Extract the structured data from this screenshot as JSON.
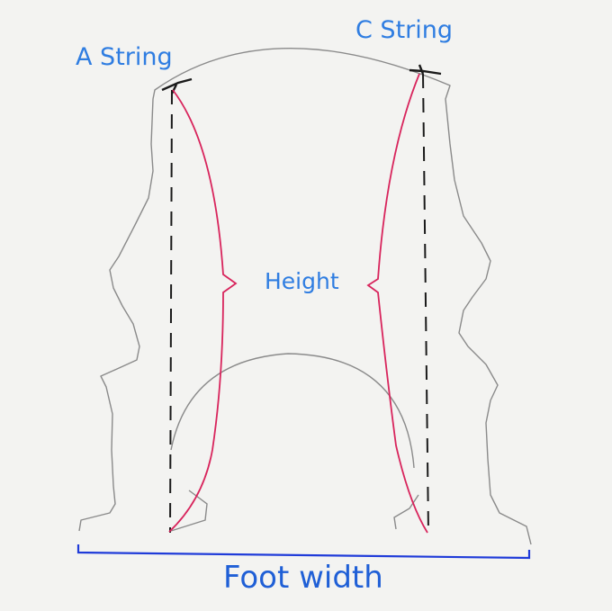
{
  "labels": {
    "a_string": "A String",
    "c_string": "C String",
    "height": "Height",
    "foot_width": "Foot width"
  },
  "colors": {
    "paper": "#f3f3f1",
    "pencil": "#8a8a8a",
    "ink": "#1a1a1a",
    "red_pen": "#d8245c",
    "label_blue": "#2f7de1",
    "measure_blue": "#1f3bd9"
  }
}
